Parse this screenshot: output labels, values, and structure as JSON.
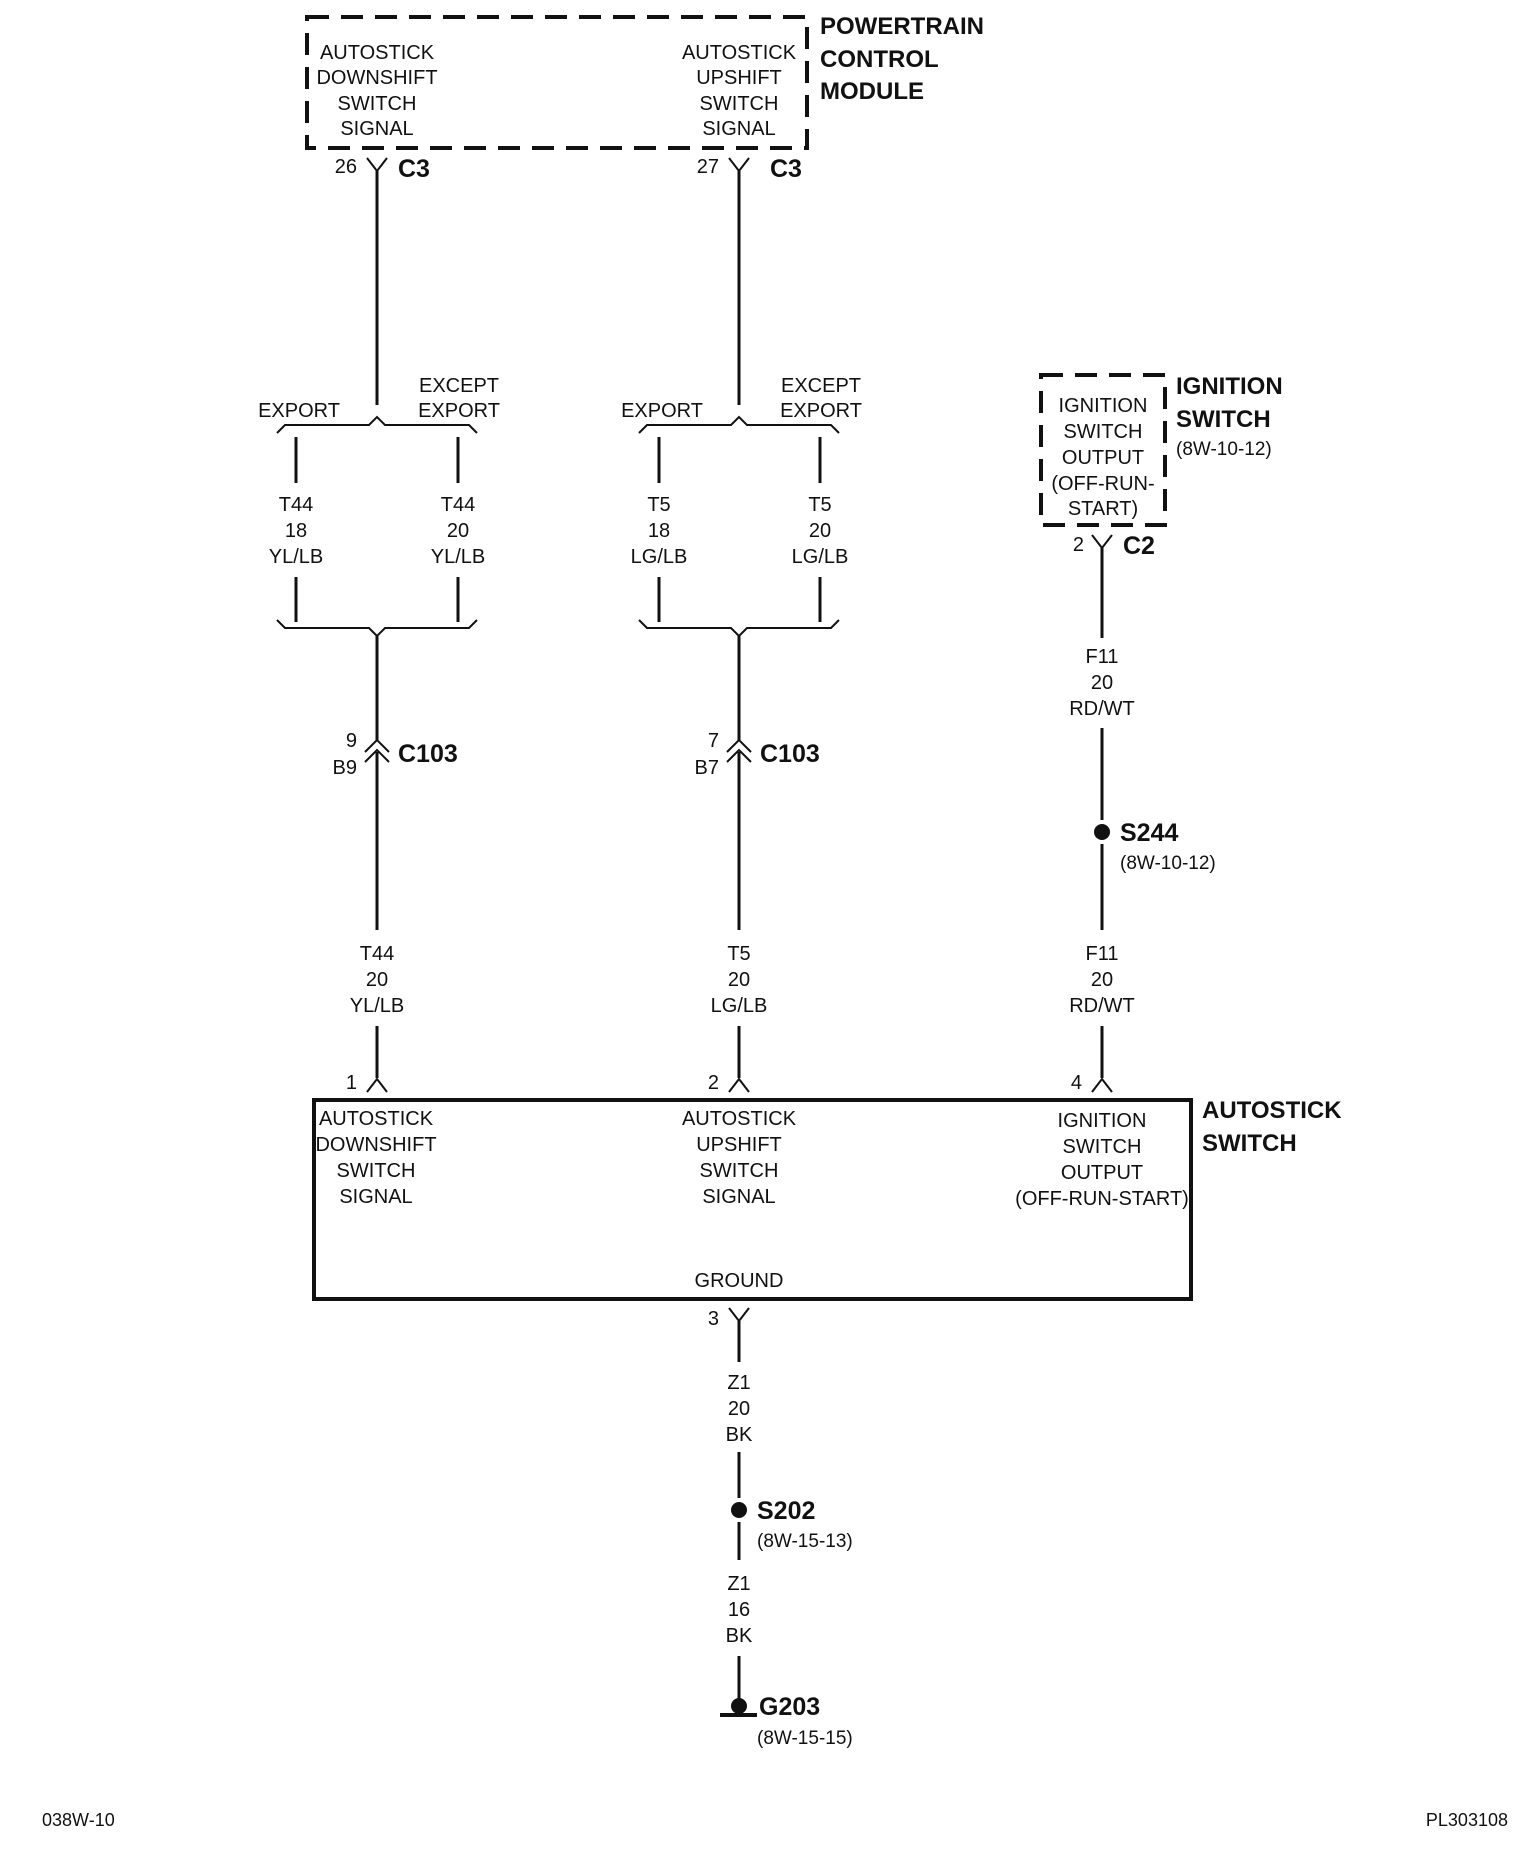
{
  "pcm": {
    "title": [
      "POWERTRAIN",
      "CONTROL",
      "MODULE"
    ],
    "downshift_pin_label": [
      "AUTOSTICK",
      "DOWNSHIFT",
      "SWITCH",
      "SIGNAL"
    ],
    "upshift_pin_label": [
      "AUTOSTICK",
      "UPSHIFT",
      "SWITCH",
      "SIGNAL"
    ],
    "downshift_pin": "26",
    "upshift_pin": "27",
    "connector": "C3"
  },
  "ignition_switch": {
    "title": [
      "IGNITION",
      "SWITCH"
    ],
    "ref": "(8W-10-12)",
    "pin_label": [
      "IGNITION",
      "SWITCH",
      "OUTPUT",
      "(OFF-RUN-",
      "START)"
    ],
    "pin": "2",
    "connector": "C2"
  },
  "branches": {
    "export": "EXPORT",
    "except_export": [
      "EXCEPT",
      "EXPORT"
    ]
  },
  "wires": {
    "t44_export": [
      "T44",
      "18",
      "YL/LB"
    ],
    "t44_except": [
      "T44",
      "20",
      "YL/LB"
    ],
    "t5_export": [
      "T5",
      "18",
      "LG/LB"
    ],
    "t5_except": [
      "T5",
      "20",
      "LG/LB"
    ],
    "f11_upper": [
      "F11",
      "20",
      "RD/WT"
    ],
    "t44_lower": [
      "T44",
      "20",
      "YL/LB"
    ],
    "t5_lower": [
      "T5",
      "20",
      "LG/LB"
    ],
    "f11_lower": [
      "F11",
      "20",
      "RD/WT"
    ],
    "z1_upper": [
      "Z1",
      "20",
      "BK"
    ],
    "z1_lower": [
      "Z1",
      "16",
      "BK"
    ]
  },
  "c103": {
    "name": "C103",
    "left_pins": [
      "9",
      "B9"
    ],
    "right_pins": [
      "7",
      "B7"
    ]
  },
  "splices": {
    "s244": {
      "name": "S244",
      "ref": "(8W-10-12)"
    },
    "s202": {
      "name": "S202",
      "ref": "(8W-15-13)"
    }
  },
  "ground": {
    "name": "G203",
    "ref": "(8W-15-15)"
  },
  "autostick_switch": {
    "title": [
      "AUTOSTICK",
      "SWITCH"
    ],
    "pin1": "1",
    "pin2": "2",
    "pin4": "4",
    "pin3": "3",
    "pin1_label": [
      "AUTOSTICK",
      "DOWNSHIFT",
      "SWITCH",
      "SIGNAL"
    ],
    "pin2_label": [
      "AUTOSTICK",
      "UPSHIFT",
      "SWITCH",
      "SIGNAL"
    ],
    "pin4_label": [
      "IGNITION",
      "SWITCH",
      "OUTPUT",
      "(OFF-RUN-START)"
    ],
    "ground_label": "GROUND"
  },
  "footer": {
    "left": "038W-10",
    "right": "PL303108"
  }
}
